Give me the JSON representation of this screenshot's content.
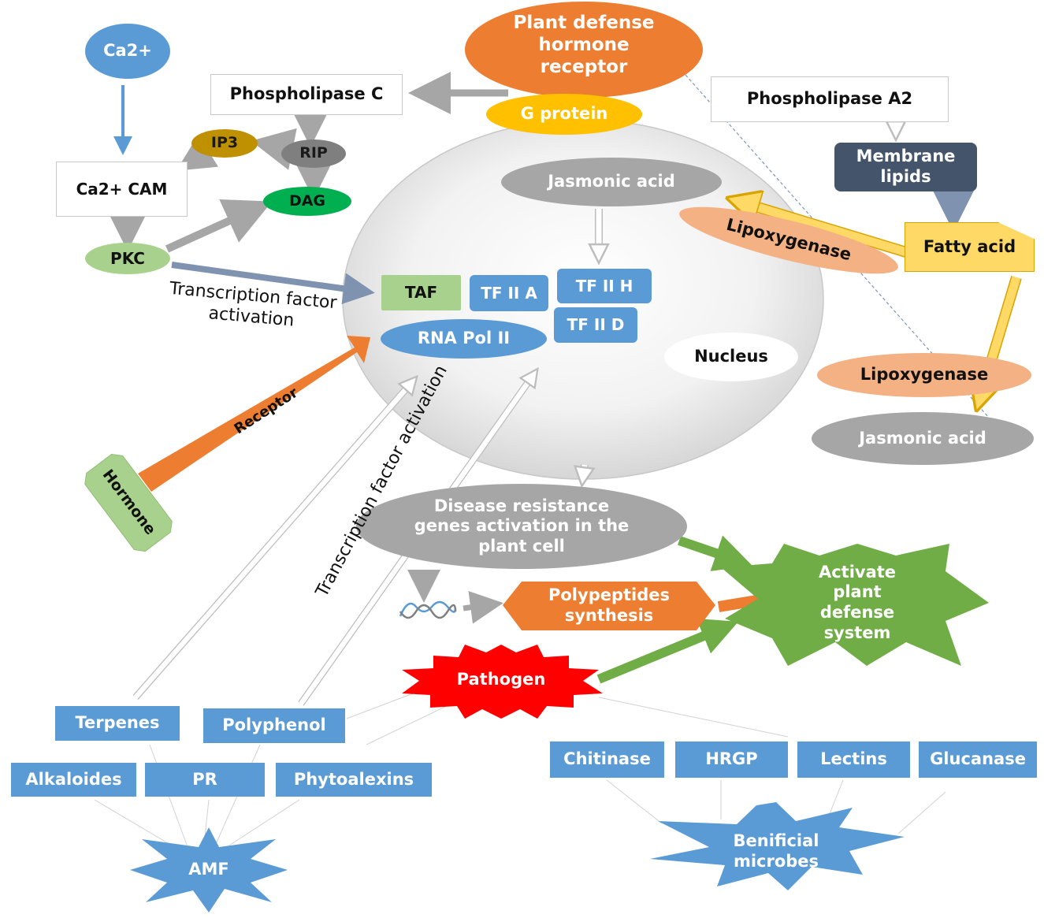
{
  "nodes": {
    "ca": "Ca2+",
    "phospholipase_c": "Phospholipase C",
    "ip3": "IP3",
    "rip": "RIP",
    "dag": "DAG",
    "ca_cam": "Ca2+ CAM",
    "pkc": "PKC",
    "hormone_receptor": "Plant defense hormone receptor",
    "g_protein": "G protein",
    "phospholipase_a2": "Phospholipase A2",
    "membrane_lipids": "Membrane lipids",
    "fatty_acid": "Fatty acid",
    "lipoxygenase_top": "Lipoxygenase",
    "lipoxygenase_right": "Lipoxygenase",
    "jasmonic_acid_nucleus": "Jasmonic acid",
    "jasmonic_acid_right": "Jasmonic acid",
    "taf": "TAF",
    "tf2a": "TF II A",
    "tf2h": "TF II H",
    "tf2d": "TF II D",
    "rna_pol": "RNA Pol II",
    "nucleus": "Nucleus",
    "disease_genes": "Disease resistance genes activation in the plant cell",
    "polypeptides": "Polypeptides synthesis",
    "activate_defense": "Activate plant defense system",
    "pathogen": "Pathogen",
    "hormone": "Hormone",
    "receptor": "Receptor",
    "terpenes": "Terpenes",
    "polyphenol": "Polyphenol",
    "alkaloides": "Alkaloides",
    "pr": "PR",
    "phytoalexins": "Phytoalexins",
    "amf": "AMF",
    "chitinase": "Chitinase",
    "hrgp": "HRGP",
    "lectins": "Lectins",
    "glucanase": "Glucanase",
    "beneficial_microbes": "Benificial microbes"
  },
  "annotations": {
    "tf_activation_horizontal": "Transcription factor activation",
    "tf_activation_diagonal": "Transcription factor activation"
  },
  "colors": {
    "blue": "#5b9bd5",
    "orange": "#ed7d31",
    "yellow": "#ffc000",
    "gray": "#a6a6a6",
    "green": "#00b050",
    "dark_green": "#70ad47",
    "light_green": "#a9d18e",
    "slate": "#44546a",
    "salmon": "#f4b183",
    "gold": "#bf9000",
    "red": "#ff0000"
  }
}
